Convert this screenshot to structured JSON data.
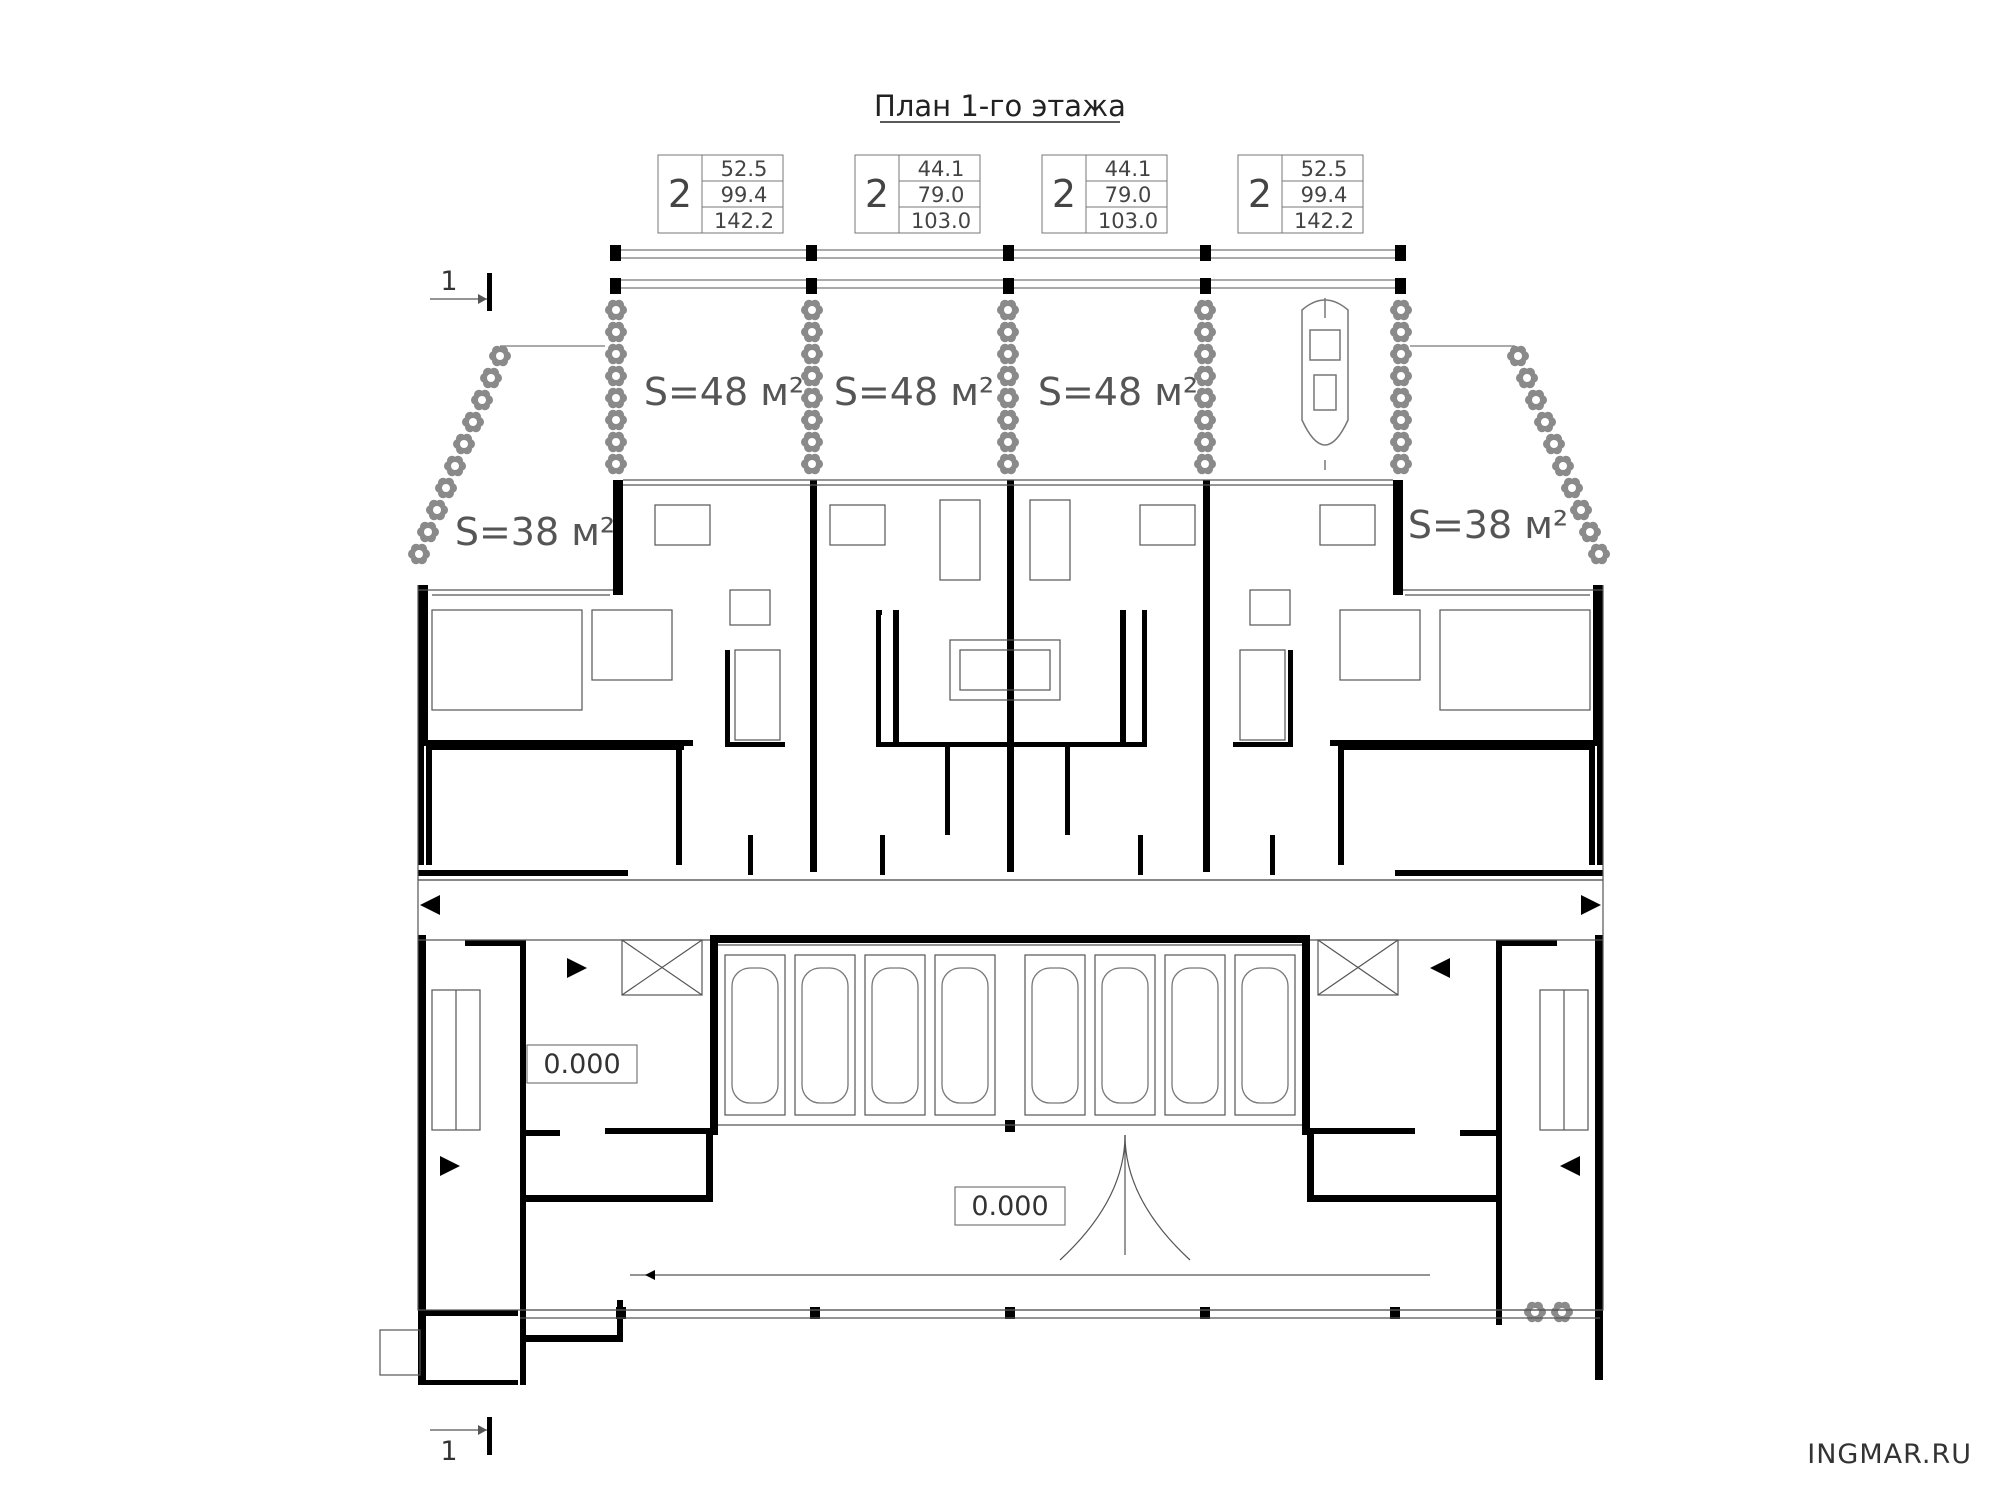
{
  "title": "План 1-го этажа",
  "units": [
    {
      "rooms": "2",
      "areas": [
        "52.5",
        "99.4",
        "142.2"
      ]
    },
    {
      "rooms": "2",
      "areas": [
        "44.1",
        "79.0",
        "103.0"
      ]
    },
    {
      "rooms": "2",
      "areas": [
        "44.1",
        "79.0",
        "103.0"
      ]
    },
    {
      "rooms": "2",
      "areas": [
        "52.5",
        "99.4",
        "142.2"
      ]
    }
  ],
  "terrace_labels": [
    "S=48 м²",
    "S=48 м²",
    "S=48 м²"
  ],
  "side_terrace_labels": {
    "left": "S=38 м²",
    "right": "S=38 м²"
  },
  "levels": {
    "lobby": "0.000",
    "parking": "0.000"
  },
  "section_marks": {
    "top": "1",
    "bottom": "1"
  },
  "brand": "INGMAR.RU",
  "colors": {
    "wall": "#000000",
    "line": "#666666",
    "tree": "#8a8a8a",
    "text": "#333333"
  }
}
